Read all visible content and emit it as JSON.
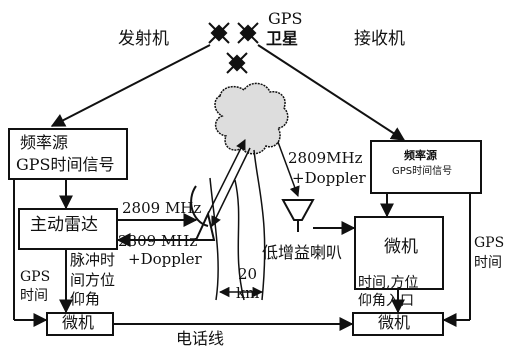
{
  "labels": {
    "transmitter": "发射机",
    "receiver": "接收机",
    "gps_line1": "GPS",
    "gps_line2": "卫星",
    "left_freq_source_line1": "频率源",
    "left_freq_source_line2": "GPS时间信号",
    "right_freq_source_line1": "频率源",
    "right_freq_source_line2": "GPS时间信号",
    "active_radar": "主动雷达",
    "freq_tx": "2809 MHz",
    "freq_rx": "2809 MHz",
    "doppler_left": "+Doppler",
    "freq_right": "2809MHz",
    "doppler_right": "+Doppler",
    "pulse_info_line1": "脉冲时",
    "pulse_info_line2": "间方位",
    "pulse_info_line3": "仰角",
    "gps_time_left_line1": "GPS",
    "gps_time_left_line2": "时间",
    "low_gain_horn": "低增益喇叭",
    "computer_right": "微机",
    "gps_time_right_line1": "GPS",
    "gps_time_right_line2": "时间",
    "distance_line1": "20",
    "distance_line2": "km",
    "time_azimuth_line1": "时间,方位",
    "time_azimuth_line2": "仰角入口",
    "computer_bottom_left": "微机",
    "computer_bottom_right": "微机",
    "phone_line": "电话线"
  }
}
